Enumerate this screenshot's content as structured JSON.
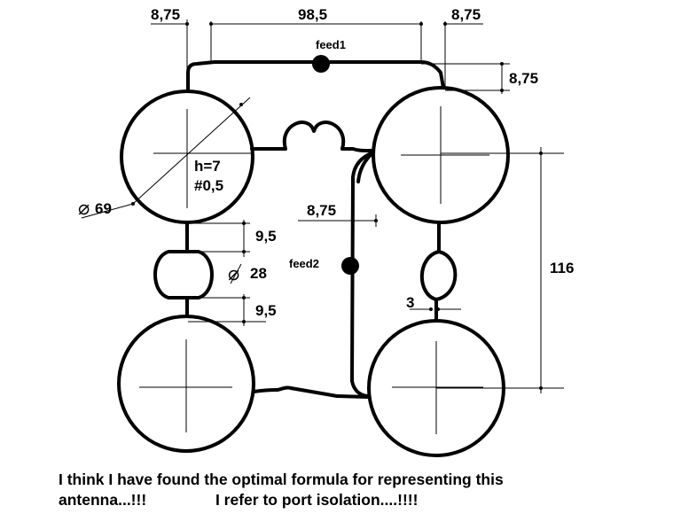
{
  "dimensions": {
    "top_left_offset": "8,75",
    "top_width": "98,5",
    "top_right_offset": "8,75",
    "right_offset": "8,75",
    "inner_offset": "8,75",
    "gap_upper": "9,5",
    "gap_lower": "9,5",
    "small_diameter": "28",
    "large_diameter": "69",
    "vertical_spacing": "116",
    "trace_width": "3"
  },
  "labels": {
    "height": "h=7",
    "thickness": "#0,5",
    "feed1": "feed1",
    "feed2": "feed2",
    "diameter_symbol": "⌀"
  },
  "caption": {
    "line1": "I think I have found the optimal formula for representing this",
    "line2": "antenna...!!!                I refer to port isolation....!!!!"
  }
}
